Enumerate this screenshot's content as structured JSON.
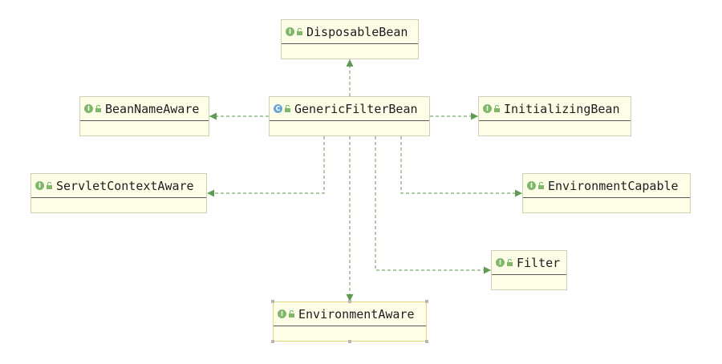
{
  "diagram": {
    "nodes": [
      {
        "id": "disposable-bean",
        "label": "DisposableBean",
        "kind": "interface",
        "kind_glyph": "I",
        "icon": "interface-icon"
      },
      {
        "id": "generic-filter-bean",
        "label": "GenericFilterBean",
        "kind": "abstract-class",
        "kind_glyph": "C",
        "icon": "abstract-class-icon"
      },
      {
        "id": "bean-name-aware",
        "label": "BeanNameAware",
        "kind": "interface",
        "kind_glyph": "I",
        "icon": "interface-icon"
      },
      {
        "id": "initializing-bean",
        "label": "InitializingBean",
        "kind": "interface",
        "kind_glyph": "I",
        "icon": "interface-icon"
      },
      {
        "id": "servlet-context-aware",
        "label": "ServletContextAware",
        "kind": "interface",
        "kind_glyph": "I",
        "icon": "interface-icon"
      },
      {
        "id": "environment-capable",
        "label": "EnvironmentCapable",
        "kind": "interface",
        "kind_glyph": "I",
        "icon": "interface-icon"
      },
      {
        "id": "filter",
        "label": "Filter",
        "kind": "interface",
        "kind_glyph": "I",
        "icon": "interface-icon"
      },
      {
        "id": "environment-aware",
        "label": "EnvironmentAware",
        "kind": "interface",
        "kind_glyph": "I",
        "icon": "interface-icon",
        "selected": true
      }
    ],
    "edges": [
      {
        "from": "generic-filter-bean",
        "to": "disposable-bean",
        "type": "implements"
      },
      {
        "from": "generic-filter-bean",
        "to": "bean-name-aware",
        "type": "implements"
      },
      {
        "from": "generic-filter-bean",
        "to": "initializing-bean",
        "type": "implements"
      },
      {
        "from": "generic-filter-bean",
        "to": "servlet-context-aware",
        "type": "implements"
      },
      {
        "from": "generic-filter-bean",
        "to": "environment-capable",
        "type": "implements"
      },
      {
        "from": "generic-filter-bean",
        "to": "filter",
        "type": "implements"
      },
      {
        "from": "generic-filter-bean",
        "to": "environment-aware",
        "type": "implements"
      }
    ],
    "colors": {
      "edge": "#5f9a52",
      "node_fill": "#fdfde8",
      "node_border": "#cfcfb3",
      "selected_border": "#e3d77a",
      "interface_icon": "#7fb86a",
      "class_icon": "#6aa6d6"
    }
  }
}
